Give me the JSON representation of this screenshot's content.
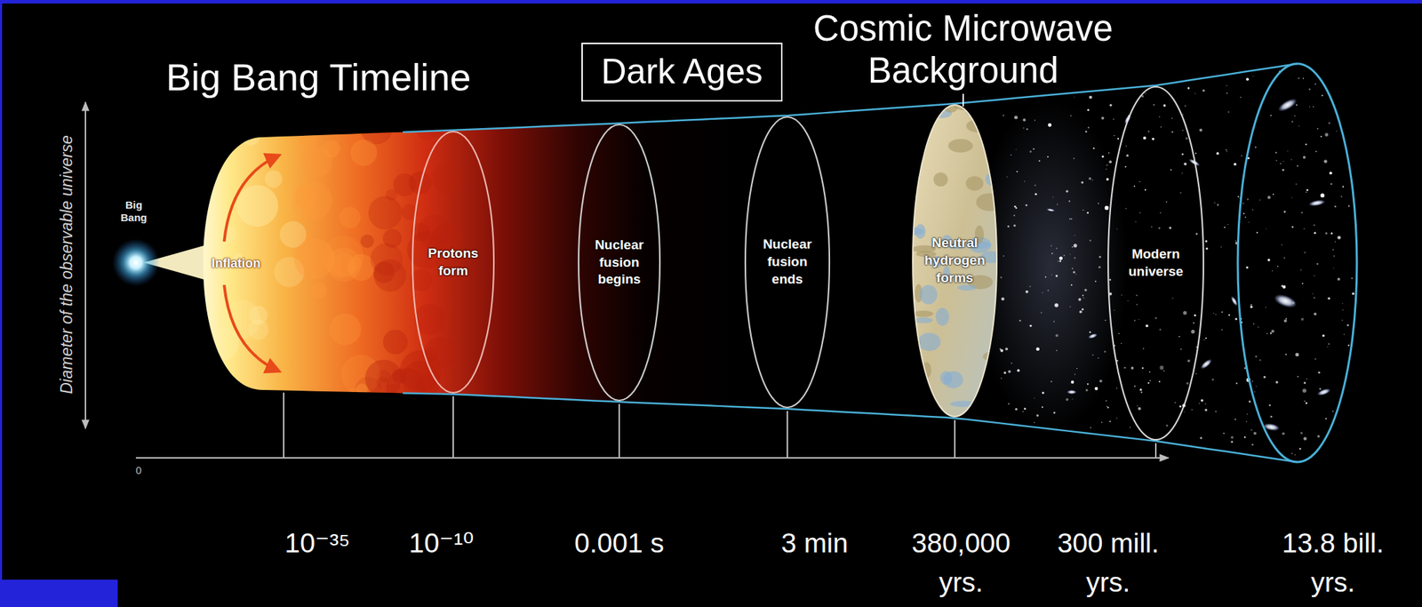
{
  "diagram": {
    "title": "Big Bang Timeline",
    "nodes": [
      {
        "text": [
          "Dark Ages"
        ]
      },
      {
        "text": [
          "Protons form"
        ]
      },
      {
        "text": [
          "Nuclear fusion begins"
        ]
      },
      {
        "text": [
          "Nuclear fusion ends"
        ]
      },
      {
        "text": [
          "Neutral hydrogen forms"
        ]
      },
      {
        "text": [
          "Modern universe"
        ]
      }
    ],
    "labels": [
      "Cosmic Microwave Background",
      "Diameter of the observable universe",
      "Big Bang",
      "Inflation",
      "0",
      "10⁻³⁵",
      "10⁻¹⁰",
      "0.001 s",
      "3 min",
      "380,000 yrs.",
      "300 mill. yrs.",
      "13.8 bill. yrs."
    ]
  }
}
